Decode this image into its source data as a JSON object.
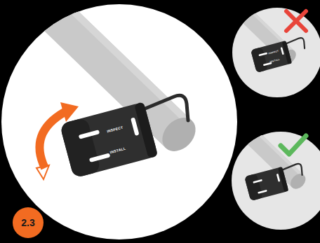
{
  "diagram": {
    "nodes": [
      {
        "text": [
          "2.3"
        ]
      }
    ],
    "labels": [
      "INSPECT",
      "INSTALL",
      "INSPECT",
      "INSTALL"
    ]
  }
}
